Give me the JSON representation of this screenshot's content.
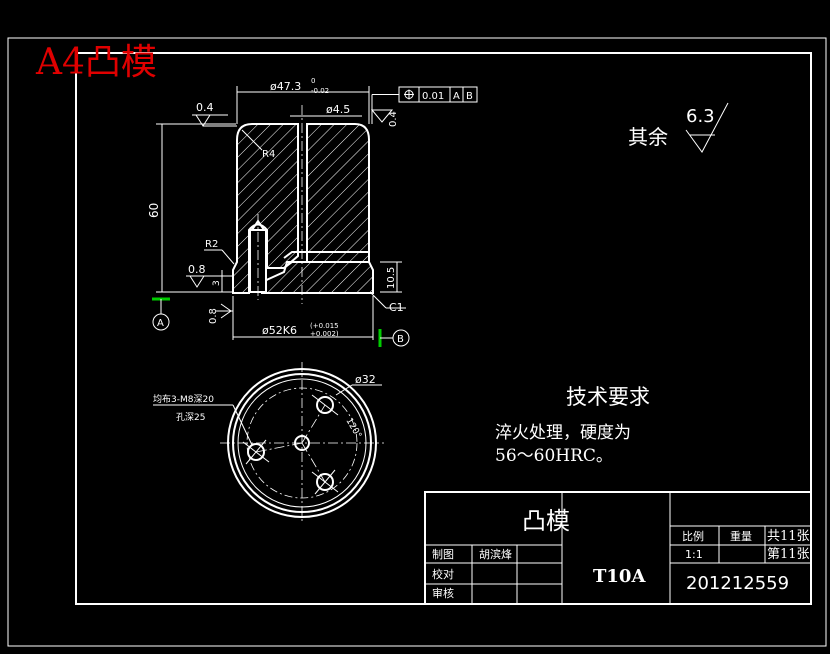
{
  "corner_label": "A4凸模",
  "dims": {
    "top_width": "ø47.3",
    "top_width_upper": "0",
    "top_width_lower": "-0.02",
    "hole_dia": "ø4.5",
    "gtol_symbol": "⌖",
    "gtol_value": "0.01",
    "gtol_datum_a": "A",
    "gtol_datum_b": "B",
    "right_small": "0.4",
    "roughness_top": "0.4",
    "radius_top": "R4",
    "height": "60",
    "radius_small": "R2",
    "roughness_left": "0.8",
    "step_h": "3",
    "base_h": "10.5",
    "chamfer": "C1",
    "roughness_bottom": "0.8",
    "base_dia": "ø52K6",
    "base_dia_upper": "(+0.015",
    "base_dia_lower": "+0.002)",
    "datum_a": "A",
    "datum_b": "B",
    "circle_dia": "ø32",
    "angle": "120°",
    "bolt_note_1": "均布3-M8深20",
    "bolt_note_2": "孔深25"
  },
  "roughness_rest": {
    "label": "其余",
    "value": "6.3"
  },
  "requirements": {
    "title": "技术要求",
    "line1": "淬火处理，硬度为",
    "line2": "56～60HRC。"
  },
  "title_block": {
    "part_name": "凸模",
    "scale_label": "比例",
    "weight_label": "重量",
    "total_label": "共11张",
    "scale_value": "1:1",
    "sheet_label": "第11张",
    "row1_label": "制图",
    "row1_name": "胡滨烽",
    "row2_label": "校对",
    "row3_label": "审核",
    "material": "T10A",
    "drawing_no": "201212559"
  }
}
